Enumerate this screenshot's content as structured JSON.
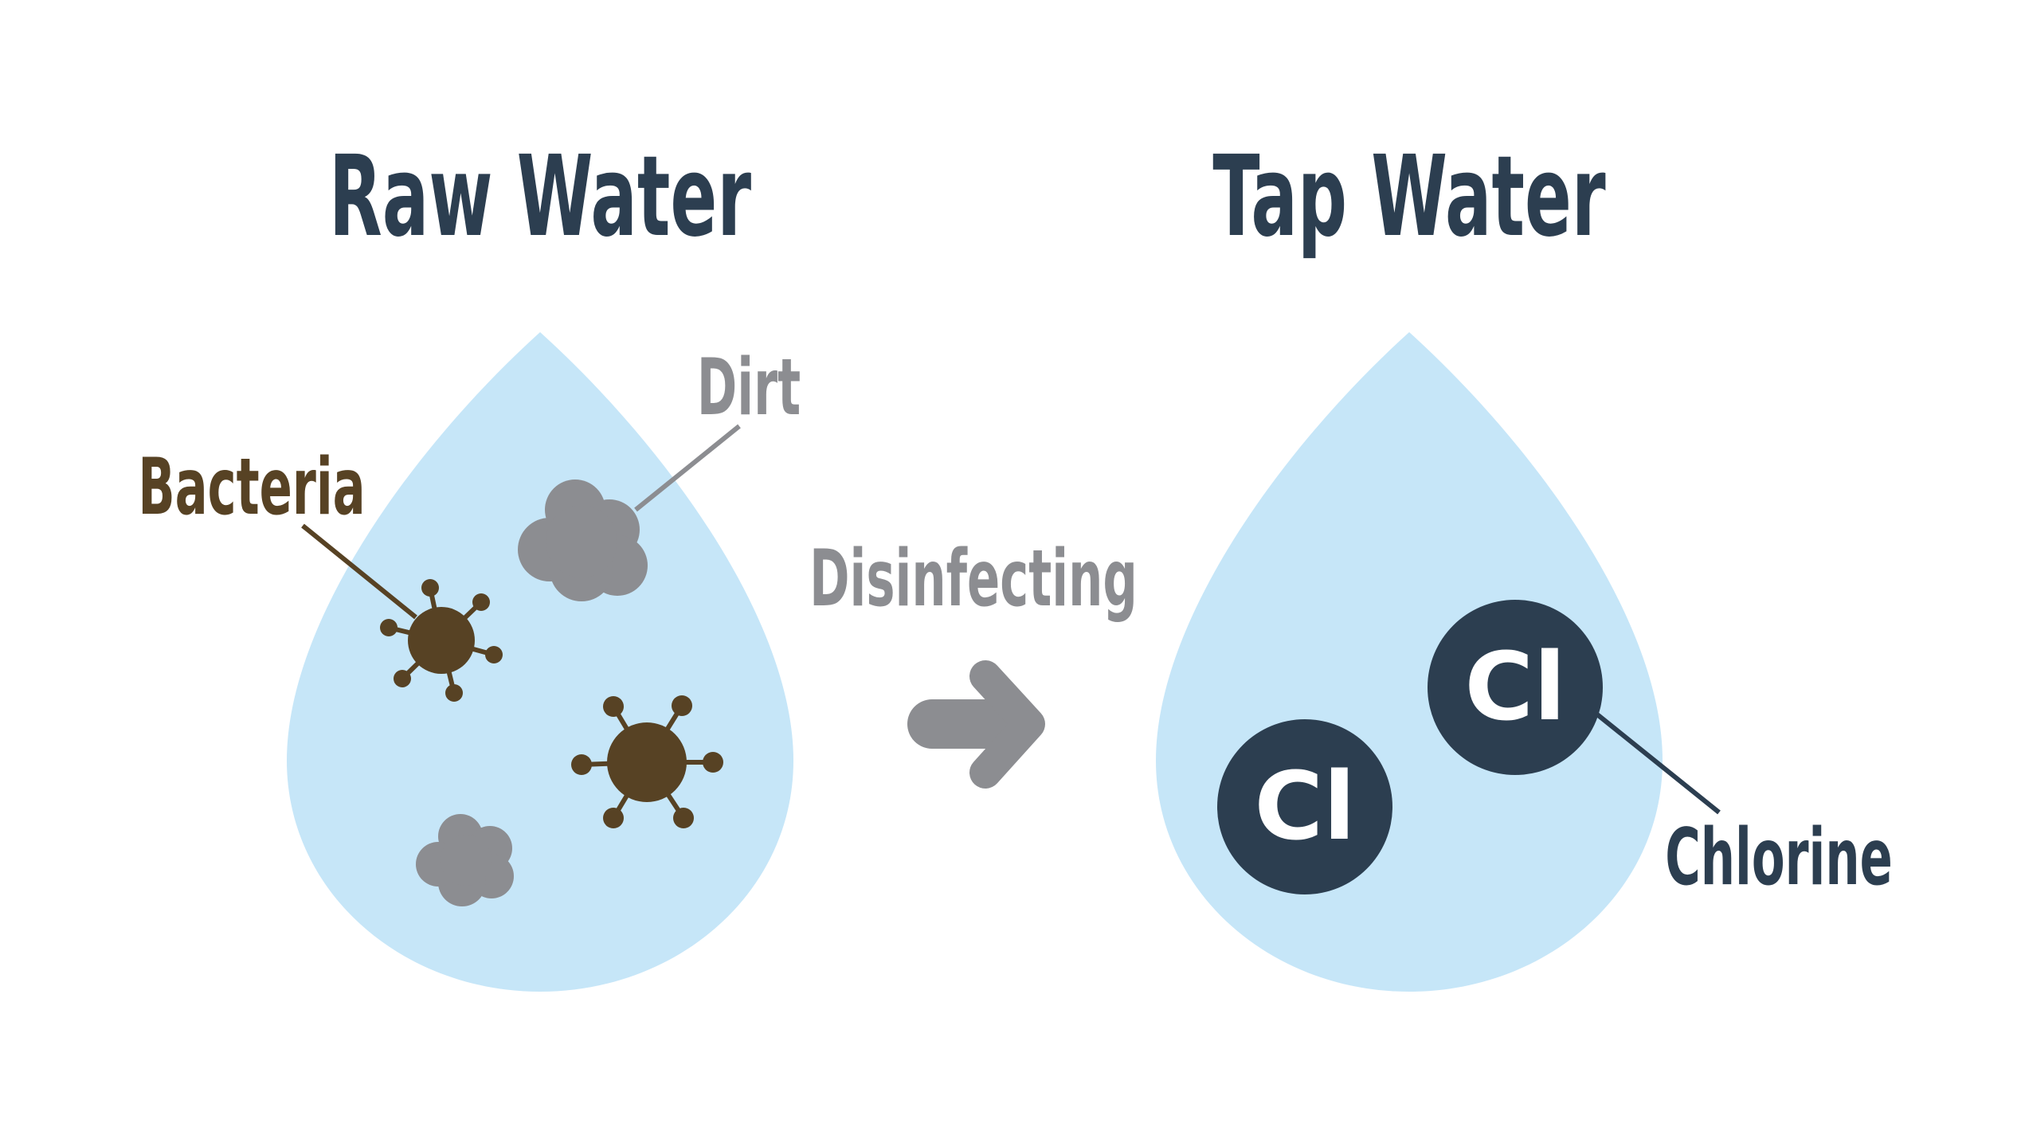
{
  "titles": {
    "raw": "Raw Water",
    "tap": "Tap Water"
  },
  "labels": {
    "dirt": "Dirt",
    "bacteria": "Bacteria",
    "disinfecting": "Disinfecting",
    "chlorine": "Chlorine"
  },
  "molecule": {
    "symbol": "Cl"
  },
  "colors": {
    "title": "#2c3e50",
    "drop": "#c6e6f8",
    "dirt": "#8c8d91",
    "bacteria": "#574224",
    "arrow": "#8c8d91",
    "chlorine": "#2c3e50",
    "chlorine_text": "#ffffff"
  }
}
